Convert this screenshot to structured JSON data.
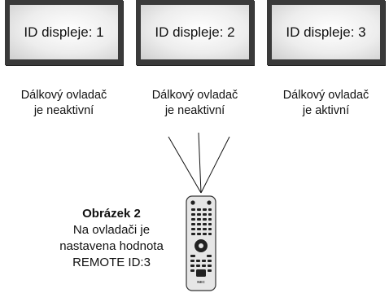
{
  "displays": [
    {
      "label": "ID displeje: 1",
      "status_line1": "Dálkový ovladač",
      "status_line2": "je neaktivní"
    },
    {
      "label": "ID displeje: 2",
      "status_line1": "Dálkový ovladač",
      "status_line2": "je neaktivní"
    },
    {
      "label": "ID displeje: 3",
      "status_line1": "Dálkový ovladač",
      "status_line2": "je aktivní"
    }
  ],
  "caption": {
    "title": "Obrázek 2",
    "line1": "Na ovladači je",
    "line2": "nastavena hodnota",
    "line3": "REMOTE ID:3"
  },
  "remote": {
    "brand": "NEC"
  },
  "colors": {
    "bezel": "#3a3a3a",
    "screen": "#eeeeee",
    "remote_body": "#e6e6e6",
    "remote_buttons": "#222222"
  }
}
